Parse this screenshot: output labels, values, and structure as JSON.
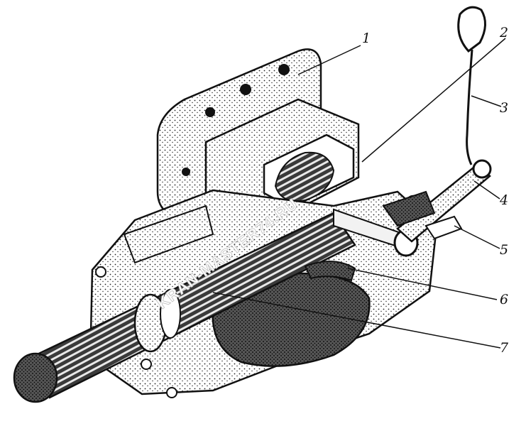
{
  "figure": {
    "callouts": [
      "1",
      "2",
      "3",
      "4",
      "5",
      "6",
      "7"
    ],
    "watermark": "KRAN-MASTER74.RU"
  },
  "colors": {
    "ink": "#111111",
    "shade": "#2a2a2a",
    "paper": "#ffffff"
  }
}
